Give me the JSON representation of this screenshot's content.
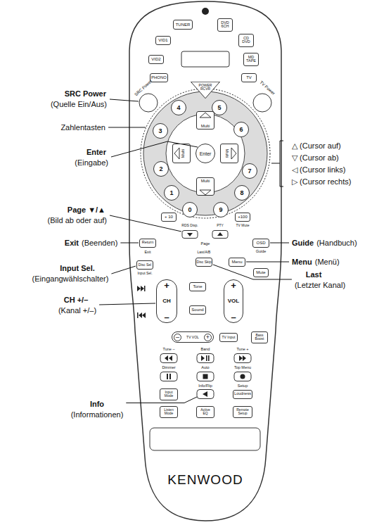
{
  "diagram": {
    "nodes": [
      {
        "text": [
          "TUNER"
        ]
      },
      {
        "text": [
          "DVD 6CH"
        ]
      },
      {
        "text": [
          "VID1"
        ]
      },
      {
        "text": [
          "CD DVD"
        ]
      },
      {
        "text": [
          "VID2"
        ]
      },
      {
        "text": [
          "MD TAPE"
        ]
      },
      {
        "text": [
          "PHONO"
        ]
      },
      {
        "text": [
          "TV"
        ]
      },
      {
        "text": [
          "POWER RCVR"
        ]
      },
      {
        "text": [
          "4"
        ]
      },
      {
        "text": [
          "5"
        ]
      },
      {
        "text": [
          "3"
        ]
      },
      {
        "text": [
          "6"
        ]
      },
      {
        "text": [
          "2"
        ]
      },
      {
        "text": [
          "7"
        ]
      },
      {
        "text": [
          "1"
        ]
      },
      {
        "text": [
          "8"
        ]
      },
      {
        "text": [
          "0"
        ]
      },
      {
        "text": [
          "9"
        ]
      },
      {
        "text": [
          "Multi"
        ]
      },
      {
        "text": [
          "Multi"
        ]
      },
      {
        "text": [
          "Enter"
        ]
      },
      {
        "text": [
          "Multi"
        ]
      },
      {
        "text": [
          "Multi"
        ]
      },
      {
        "text": [
          "+ 10"
        ]
      },
      {
        "text": [
          "+100"
        ]
      },
      {
        "text": [
          "Return"
        ]
      },
      {
        "text": [
          "OSD"
        ]
      },
      {
        "text": [
          "Disc Sel"
        ]
      },
      {
        "text": [
          "Disc Skip"
        ]
      },
      {
        "text": [
          "Menu"
        ]
      },
      {
        "text": [
          "Mute"
        ]
      },
      {
        "text": [
          "+",
          "CH",
          "–"
        ]
      },
      {
        "text": [
          "Tone"
        ]
      },
      {
        "text": [
          "Sound"
        ]
      },
      {
        "text": [
          "+",
          "VOL",
          "–"
        ]
      },
      {
        "text": [
          "–",
          "TV VOL",
          "+"
        ]
      },
      {
        "text": [
          "TV Input"
        ]
      },
      {
        "text": [
          "Bass Boost"
        ]
      },
      {
        "text": [
          "Input Mode"
        ]
      },
      {
        "text": [
          "Loudness"
        ]
      },
      {
        "text": [
          "Listen Mode"
        ]
      },
      {
        "text": [
          "Active EQ"
        ]
      },
      {
        "text": [
          "Remote Setup"
        ]
      }
    ],
    "labels": [
      "SRC Power",
      "TV Power",
      "RDS Disp.",
      "PTY",
      "TV Mute",
      "Page",
      "Exit",
      "Guide",
      "Last/A/B",
      "Input Sel.",
      "Tune –",
      "Band",
      "Tune +",
      "Dimmer",
      "Auto",
      "Top Menu",
      "Info/Flip",
      "Setup",
      "KENWOOD",
      "SRC Power",
      "(Quelle Ein/Aus)",
      "Zahlentasten",
      "Enter",
      "(Eingabe)",
      "Page ▼/▲",
      "(Bild ab oder auf)",
      "Exit",
      "(Beenden)",
      "Input Sel.",
      "(Eingangwählschalter)",
      "CH +/–",
      "(Kanal +/–)",
      "Info",
      "(Informationen)",
      "△ (Cursor auf)",
      "▽ (Cursor ab)",
      "◁ (Cursor links)",
      "▷ (Cursor rechts)",
      "Guide",
      "(Handbuch)",
      "Menu",
      "(Menü)",
      "Last",
      "(Letzter Kanal)"
    ]
  }
}
